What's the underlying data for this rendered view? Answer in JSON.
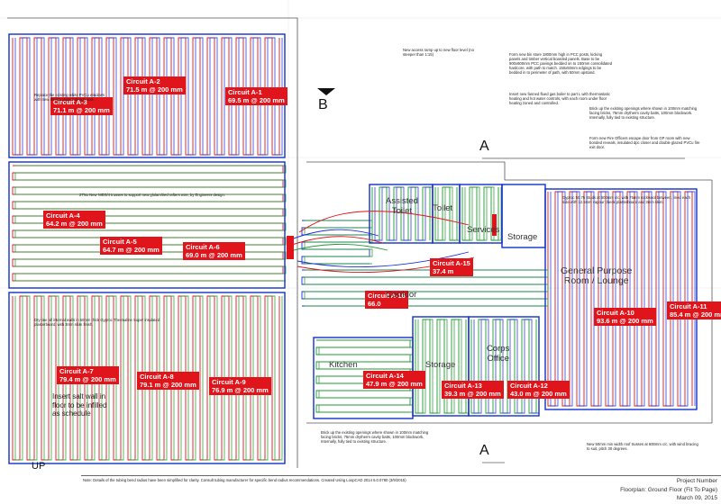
{
  "plan": {
    "circuits": [
      {
        "id": "a3",
        "name": "Circuit A-3",
        "spec": "71.1 m @ 200 mm"
      },
      {
        "id": "a2",
        "name": "Circuit A-2",
        "spec": "71.5 m @ 200 mm"
      },
      {
        "id": "a1",
        "name": "Circuit A-1",
        "spec": "69.5 m @ 200 mm"
      },
      {
        "id": "a4",
        "name": "Circuit A-4",
        "spec": "64.2 m @ 200 mm"
      },
      {
        "id": "a5",
        "name": "Circuit A-5",
        "spec": "64.7 m @ 200 mm"
      },
      {
        "id": "a6",
        "name": "Circuit A-6",
        "spec": "69.0 m @ 200 mm"
      },
      {
        "id": "a7",
        "name": "Circuit A-7",
        "spec": "79.4 m @ 200 mm"
      },
      {
        "id": "a8",
        "name": "Circuit A-8",
        "spec": "79.1 m @ 200 mm"
      },
      {
        "id": "a9",
        "name": "Circuit A-9",
        "spec": "76.9 m @ 200 mm"
      },
      {
        "id": "a15",
        "name": "Circuit A-15",
        "spec": "37.4 m"
      },
      {
        "id": "a16",
        "name": "Circuit A-16",
        "spec": "66.0"
      },
      {
        "id": "a14",
        "name": "Circuit A-14",
        "spec": "47.9 m @ 200 mm"
      },
      {
        "id": "a13",
        "name": "Circuit A-13",
        "spec": "39.3 m @ 200 mm"
      },
      {
        "id": "a12",
        "name": "Circuit A-12",
        "spec": "43.0 m @ 200 mm"
      },
      {
        "id": "a10",
        "name": "Circuit A-10",
        "spec": "93.6 m @ 200 mm"
      },
      {
        "id": "a11",
        "name": "Circuit A-11",
        "spec": "85.4 m @ 200 mm"
      }
    ],
    "rooms": {
      "assisted_toilet": "Assisted\nToilet",
      "toilet": "Toilet",
      "services": "Services",
      "storage_top": "Storage",
      "general_purpose": "General Purpose\nRoom / Lounge",
      "corridor": "Corridor",
      "kitchen": "Kitchen",
      "storage_mid": "Storage",
      "corps_office": "Corps\nOffice"
    },
    "section_markers": {
      "b": "B",
      "a_top": "A",
      "a_bottom": "A"
    },
    "insert_note": "Insert salt wall in\nfloor to be infilled\nas schedule",
    "notes": {
      "access_ramp": "New access ramp up to new floor level (no steeper than 1:15)",
      "bin_store": "Form new bin store 1800mm high in PCC posts, kicking panels and timber vertical boarded panels. Base to be 900x600mm PCC pavings bedded on to 150mm consolidated hardcore, with path to match. 150x50mm edgings to be bedded in to perimeter of path, with 50mm upstand.",
      "boiler": "Insert new fanned flued gas boiler to part L with thermostatic heating and hot water controls, with each room under floor heating zoned and controlled.",
      "brick_openings": "Brick up the existing openings where shown in 100mm matching facing bricks, 75mm drytherm cavity batts, 100mm blockwork. Internally, fully tied to existing structure.",
      "fire_door": "Form new Fire Officers escape door from GP room with new bonded reveals, insulated dpc closer and double glazed PVCu fire exit door.",
      "pvcu": "Replace the existing white PVCu windows with new double glazed design and...",
      "nibs": "27No New NIBS/4 trusses to support new glulam/tied rafters wire, by Engineers design.",
      "dry_lining": "Dry-line all internal walls in 50mm thick Gyproc Thermaline Super insulated plasterboard, with 3mm skim finish.",
      "brick_bottom": "Brick up the existing openings where shown in 100mm matching facing bricks, 75mm drytherm cavity batts, 100mm blockwork. Internally, fully tied to existing structure.",
      "new_wall": "New 50mm min width roof trusses at 600mm c/c, with wind bracing to suit, pitch 30 degrees.",
      "stud_walls": "Gyproc 50.75 Studs at 600mm c/c, with 75mm rockwool between, lined each side with 12.5mm vapour check plasterboard and 3mm skim."
    },
    "footer": {
      "note": "Note: Details of the tubing bend radius have been simplified for clarity. Consult tubing manufacturer for specific bend radius recommendations. Created Using LoopCAD 2014 5.0.0780 (3/9/2015)",
      "project_number": "Project Number",
      "title": "Floorplan: Ground Floor (Fit To Page)",
      "date": "March 09, 2015"
    },
    "up_label": "UP",
    "colors": {
      "heating": "#e0141b",
      "return": "#1f9a2f",
      "supply": "#1c2fd6",
      "wall": "#1030c8"
    }
  }
}
